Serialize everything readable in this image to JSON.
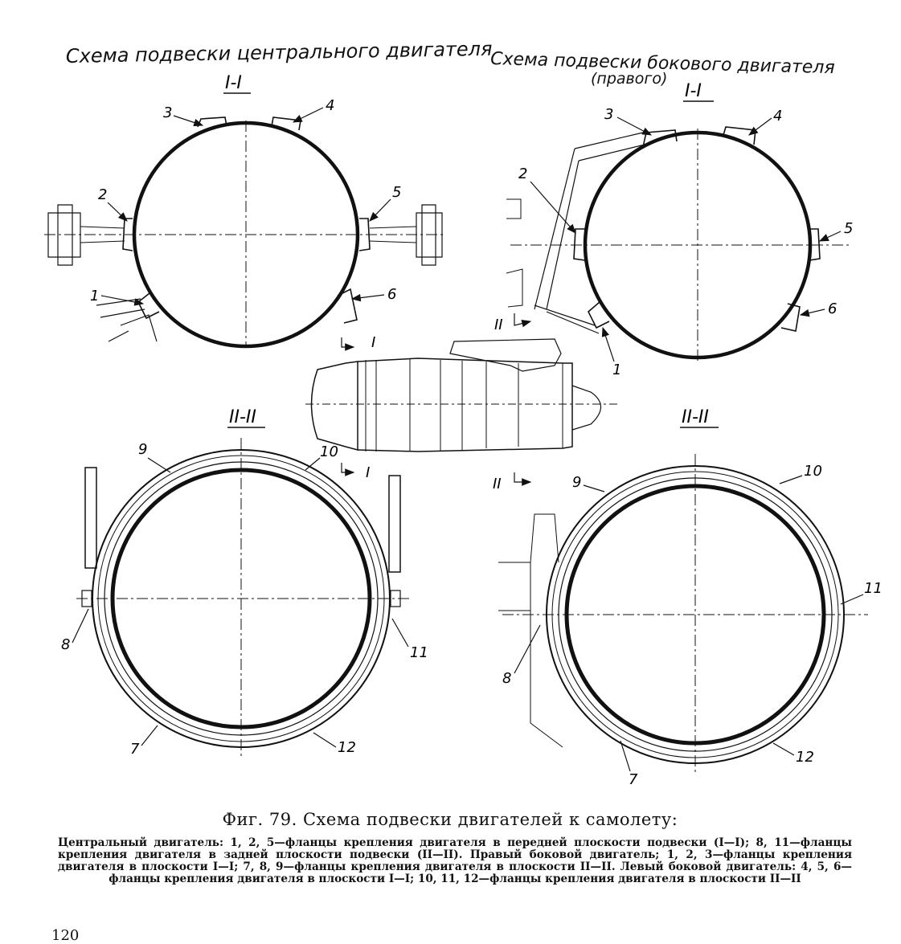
{
  "diagram": {
    "left_title": "Схема подвески центрального двигателя",
    "right_title_line1": "Схема подвески бокового двигателя",
    "right_title_line2": "(правого)",
    "section_1": "I-I",
    "section_2": "II-II",
    "view_markers": {
      "I_top": "I",
      "I_bottom": "I",
      "II_top": "II",
      "II_bottom": "II"
    },
    "labels_top_left": [
      "1",
      "2",
      "3",
      "4",
      "5",
      "6"
    ],
    "labels_top_right": [
      "1",
      "2",
      "3",
      "4",
      "5",
      "6"
    ],
    "labels_bottom_left": [
      "7",
      "8",
      "9",
      "10",
      "11",
      "12"
    ],
    "labels_bottom_right": [
      "7",
      "8",
      "9",
      "10",
      "11",
      "12"
    ]
  },
  "caption": {
    "title": "Фиг. 79. Схема подвески двигателей к самолету:",
    "text": "Центральный двигатель: 1, 2, 5—фланцы крепления двигателя в передней плоскости подвески (I—I); 8, 11—фланцы крепления двигателя в задней плоскости подвески (II—II). Правый боковой двигатель; 1, 2, 3—фланцы крепления двигателя в плоскости I—I; 7, 8, 9—фланцы крепления двигателя в плоскости II—II. Левый боковой двигатель: 4, 5, 6—фланцы крепления двигателя в плоскости I—I; 10, 11, 12—фланцы крепления двигателя в плоскости II—II"
  },
  "page_number": "120"
}
